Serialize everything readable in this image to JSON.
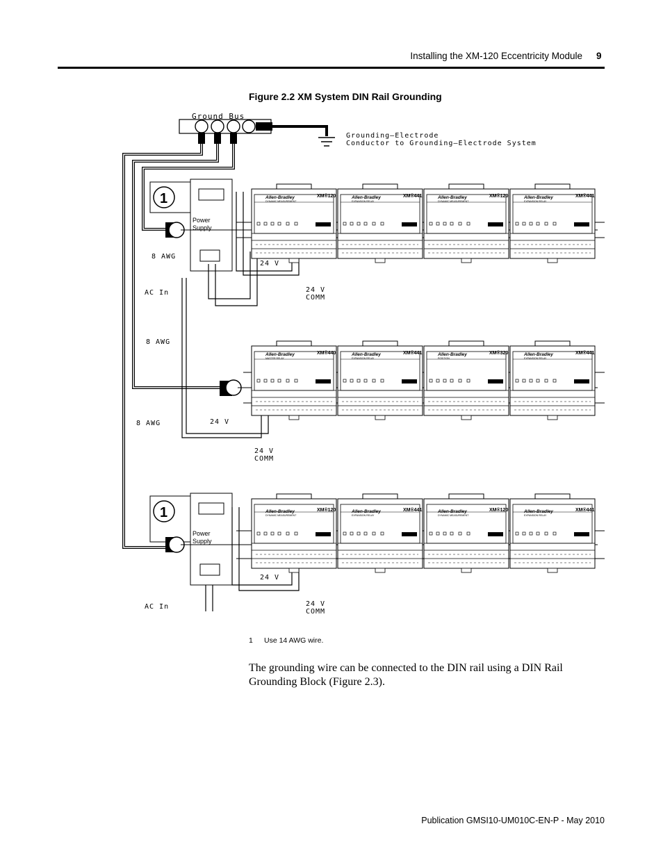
{
  "header": {
    "section_title": "Installing the XM-120 Eccentricity Module",
    "page_number": "9"
  },
  "figure": {
    "title": "Figure 2.2 XM System DIN Rail Grounding",
    "labels": {
      "ground_bus": "Ground Bus",
      "grounding_electrode": "Grounding—Electrode",
      "conductor_system": "Conductor to Grounding—Electrode System",
      "power_supply_line1": "Power",
      "power_supply_line2": "Supply",
      "awg8": "8 AWG",
      "v24": "24 V",
      "v24_comm_line1": "24 V",
      "v24_comm_line2": "COMM",
      "ac_in": "AC In",
      "callout": "1",
      "brand": "Allen-Bradley"
    },
    "rows": [
      {
        "modules": [
          {
            "model": "XM®120",
            "subtitle": "DYNAMIC MEASUREMENT"
          },
          {
            "model": "XM®441",
            "subtitle": "EXPANSION RELAY"
          },
          {
            "model": "XM®120",
            "subtitle": "DYNAMIC MEASUREMENT"
          },
          {
            "model": "XM®441",
            "subtitle": "EXPANSION RELAY"
          }
        ]
      },
      {
        "modules": [
          {
            "model": "XM®440",
            "subtitle": "MASTER RELAY"
          },
          {
            "model": "XM®441",
            "subtitle": "EXPANSION RELAY"
          },
          {
            "model": "XM®320",
            "subtitle": "POSITION"
          },
          {
            "model": "XM®441",
            "subtitle": "EXPANSION RELAY"
          }
        ]
      },
      {
        "modules": [
          {
            "model": "XM®120",
            "subtitle": "DYNAMIC MEASUREMENT"
          },
          {
            "model": "XM®441",
            "subtitle": "EXPANSION RELAY"
          },
          {
            "model": "XM®120",
            "subtitle": "DYNAMIC MEASUREMENT"
          },
          {
            "model": "XM®441",
            "subtitle": "EXPANSION RELAY"
          }
        ]
      }
    ]
  },
  "footnote": {
    "number": "1",
    "text": "Use 14 AWG wire."
  },
  "body_paragraph": "The grounding wire can be connected to the DIN rail using a DIN Rail Grounding Block (Figure 2.3).",
  "footer": {
    "publication": "Publication GMSI10-UM010C-EN-P - May 2010"
  }
}
